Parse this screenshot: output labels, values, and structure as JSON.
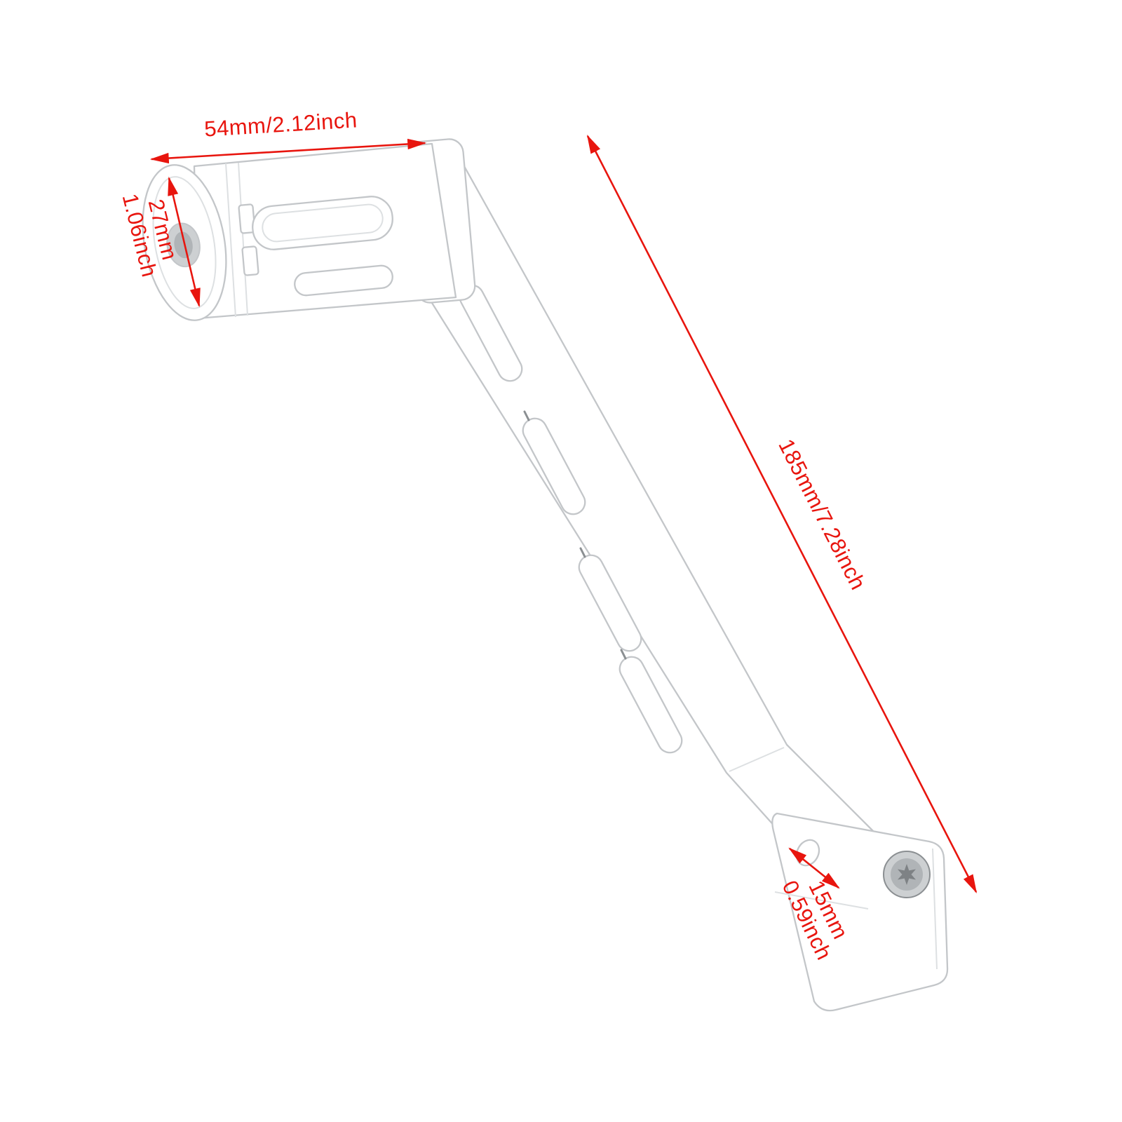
{
  "colors": {
    "background": "#ffffff",
    "dimension_red": "#e8150e",
    "outline_gray": "#c3c6c9",
    "light_gray": "#dde0e2",
    "detail_gray": "#8b8f92",
    "metal_mid": "#cdd0d2",
    "metal_inner": "#b0b4b7",
    "metal_dark": "#7e8285"
  },
  "dimensions": {
    "peg_length": "54mm/2.12inch",
    "peg_diameter_mm": "27mm",
    "peg_diameter_inch": "1.06inch",
    "lever_length": "185mm/7.28inch",
    "mount_width_mm": "15mm",
    "mount_width_inch": "0.59inch"
  }
}
